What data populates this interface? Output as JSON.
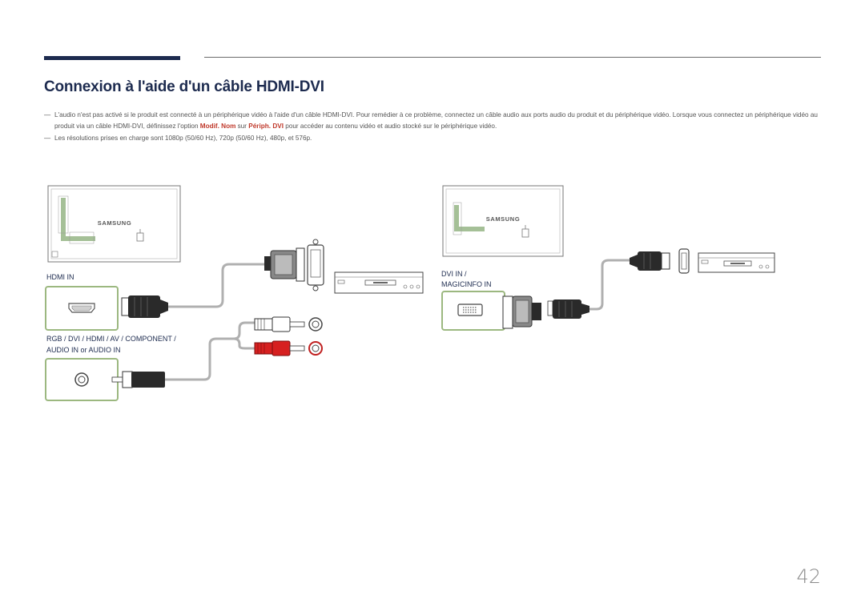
{
  "title": "Connexion à l'aide d'un câble HDMI-DVI",
  "notes": [
    {
      "dash": "―",
      "part1": "L'audio n'est pas activé si le produit est connecté à un périphérique vidéo à l'aide d'un câble HDMI-DVI. Pour remédier à ce problème, connectez un câble audio aux ports audio du produit et du périphérique vidéo. Lorsque vous connectez un périphérique vidéo au produit via un câble HDMI-DVI, définissez l'option ",
      "hl1": "Modif. Nom",
      "part2": " sur ",
      "hl2": "Périph. DVI",
      "part3": " pour accéder au contenu vidéo et audio stocké sur le périphérique vidéo."
    },
    {
      "dash": "―",
      "text": "Les résolutions prises en charge sont 1080p (50/60 Hz), 720p (50/60 Hz), 480p, et 576p."
    }
  ],
  "diagram_left": {
    "brand": "SAMSUNG",
    "port1_label": "HDMI IN",
    "port2_label_line1": "RGB / DVI / HDMI / AV / COMPONENT /",
    "port2_label_line2": "AUDIO IN or AUDIO IN"
  },
  "diagram_right": {
    "brand": "SAMSUNG",
    "port_label_line1": "DVI IN /",
    "port_label_line2": "MAGICINFO IN"
  },
  "colors": {
    "accent": "#1d2b4f",
    "highlight": "#c0392b",
    "port_frame": "#9cb880"
  },
  "page_number": "42"
}
